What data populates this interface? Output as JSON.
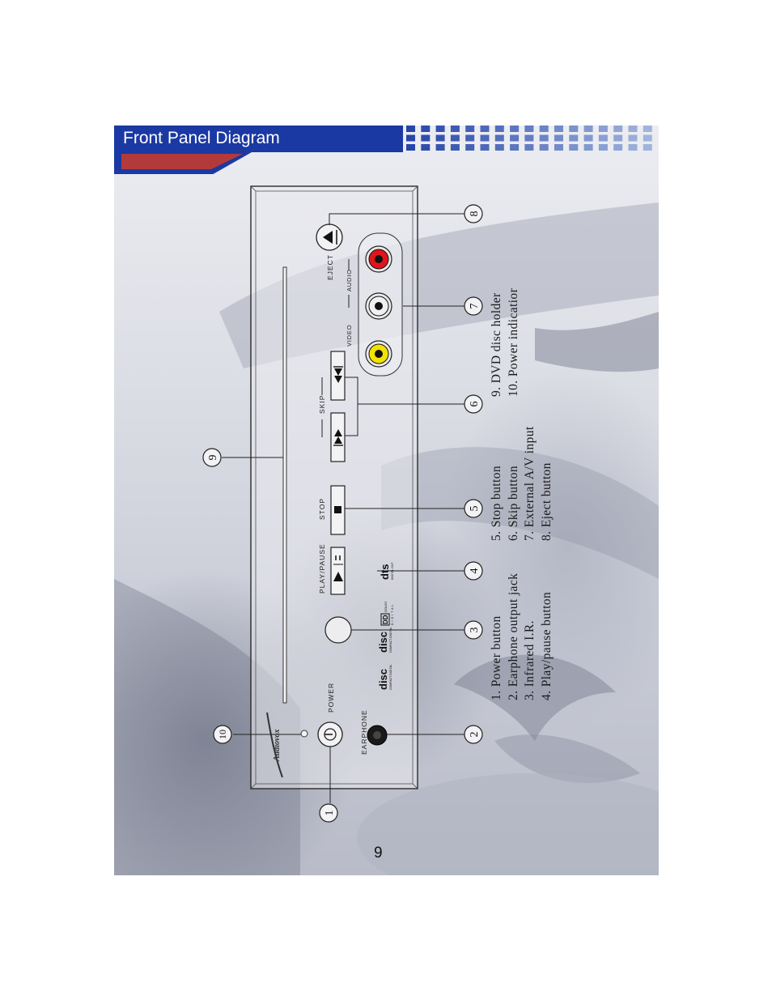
{
  "header": {
    "title": "Front Panel Diagram",
    "accent_blue": "#1a39a3",
    "accent_red": "#b43a3a"
  },
  "panel": {
    "labels": {
      "power": "POWER",
      "earphone": "EARPHONE",
      "play_pause": "PLAY/PAUSE",
      "stop": "STOP",
      "skip": "SKIP",
      "video": "VIDEO",
      "audio": "AUDIO",
      "eject": "EJECT"
    },
    "brand": "Audiovox",
    "jack_colors": {
      "video": "#f2e200",
      "audio_left": "#f0f0f0",
      "audio_right": "#e0141a"
    },
    "logos": [
      "compact-disc-logo",
      "compact-disc-logo",
      "dolby-digital-logo",
      "dts-logo"
    ]
  },
  "callouts": [
    "1",
    "2",
    "3",
    "4",
    "5",
    "6",
    "7",
    "8",
    "9",
    "10"
  ],
  "parts": [
    {
      "col": 0,
      "items": [
        "1. Power button",
        "2. Earphone output jack",
        "3. Infrared I.R.",
        "4. Play/pause button"
      ]
    },
    {
      "col": 1,
      "items": [
        "5. Stop button",
        "6. Skip button",
        "7. External A/V input",
        "8. Eject button"
      ]
    },
    {
      "col": 2,
      "items": [
        "9. DVD disc holder",
        "10. Power indicatior"
      ]
    }
  ],
  "page_number": "9"
}
